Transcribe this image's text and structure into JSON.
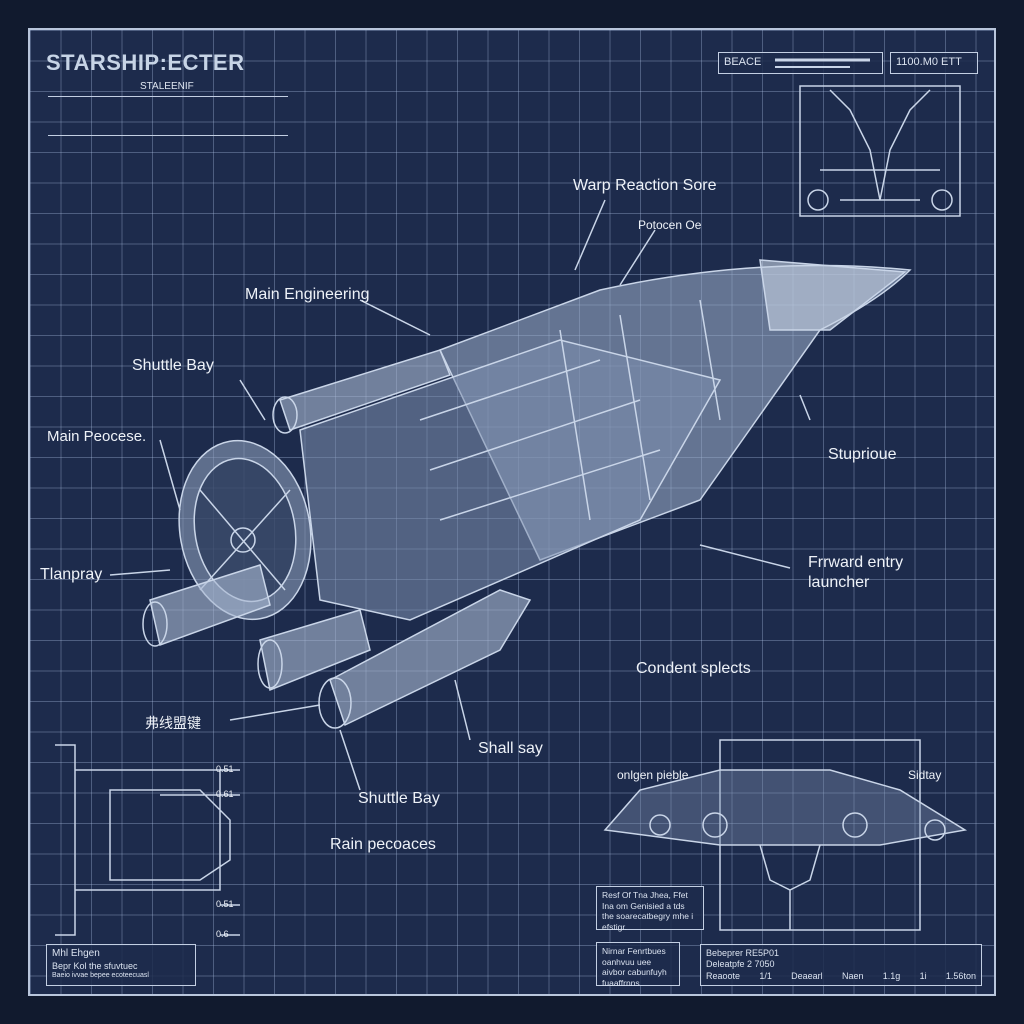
{
  "header": {
    "title": "STARSHIP:ECTER",
    "subtitle": "STALEENIF"
  },
  "top_right": {
    "left_box": "BEACE",
    "right_box": "1100.M0 ETT"
  },
  "callouts": [
    {
      "id": "warp",
      "text": "Warp Reaction Sore"
    },
    {
      "id": "potocen",
      "text": "Potocen Oe"
    },
    {
      "id": "main-eng",
      "text": "Main Engineering"
    },
    {
      "id": "shuttle-bay-1",
      "text": "Shuttle Bay"
    },
    {
      "id": "main-peocese",
      "text": "Main Peocese."
    },
    {
      "id": "tlanpray",
      "text": "Tlanpray"
    },
    {
      "id": "stuprioue",
      "text": "Stuprioue"
    },
    {
      "id": "forward",
      "text": "Frrward entry launcher"
    },
    {
      "id": "condent",
      "text": "Condent splects"
    },
    {
      "id": "glyphs",
      "text": "弗线盟键"
    },
    {
      "id": "shall-say",
      "text": "Shall say"
    },
    {
      "id": "shuttle-bay-2",
      "text": "Shuttle Bay"
    },
    {
      "id": "rain",
      "text": "Rain pecoaces"
    },
    {
      "id": "onlgen",
      "text": "onlgen pieble"
    },
    {
      "id": "sidtay",
      "text": "Sidtay"
    }
  ],
  "notes": {
    "note1": "Resf Of Tna Jhea, Ffet Ina om Genisied a tds the soarecatbegry mhe i efstigr.",
    "note2": "Nirnar Fenrtbues oanhvuu uee aivbor cabunfuyh fuaaffrnns",
    "spec_line1": "Bebeprer RE5P01",
    "spec_line2": "Deleatpfe 2 7050",
    "spec_row": [
      "Reaoote",
      "1/1",
      "Deaearl",
      "Naen",
      "1.1g",
      "1i",
      "1.56ton"
    ],
    "left_title": "Mhl Ehgen",
    "left_line1": "Bepr Kol the sfuvtuec",
    "left_line2": "Baeio ivvae bepee ecoteecuasl",
    "dims": [
      "0.51",
      "0.61",
      "0.51",
      "0.6"
    ]
  },
  "colors": {
    "background": "#1d2b4c",
    "line": "#c3cfe3",
    "text": "#eef2f8"
  }
}
